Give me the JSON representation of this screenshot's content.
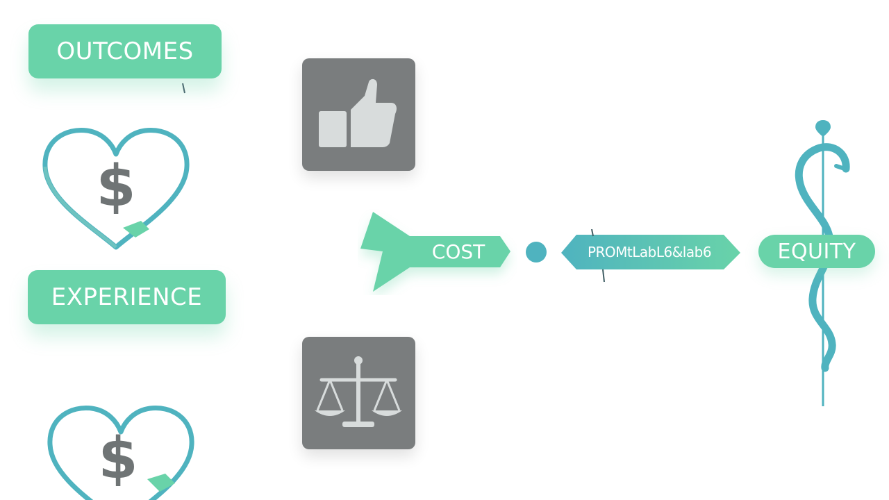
{
  "nodes": {
    "outcomes": "OUTCOMES",
    "experience": "EXPERIENCE",
    "cost": "COST",
    "prom": "PROMtLabL6&lab6",
    "equity": "EQUITY"
  },
  "icons": {
    "heart_top": "heart-dollar-icon",
    "heart_bottom": "heart-dollar-icon",
    "thumbs_up": "thumbs-up-icon",
    "scales": "scales-icon",
    "caduceus": "caduceus-icon",
    "heart_symbol": "$"
  },
  "colors": {
    "mint": "#69d3a9",
    "teal": "#4fb3bf",
    "tile_gray": "#7a7d7e",
    "icon_gray": "#d8dcdc"
  }
}
